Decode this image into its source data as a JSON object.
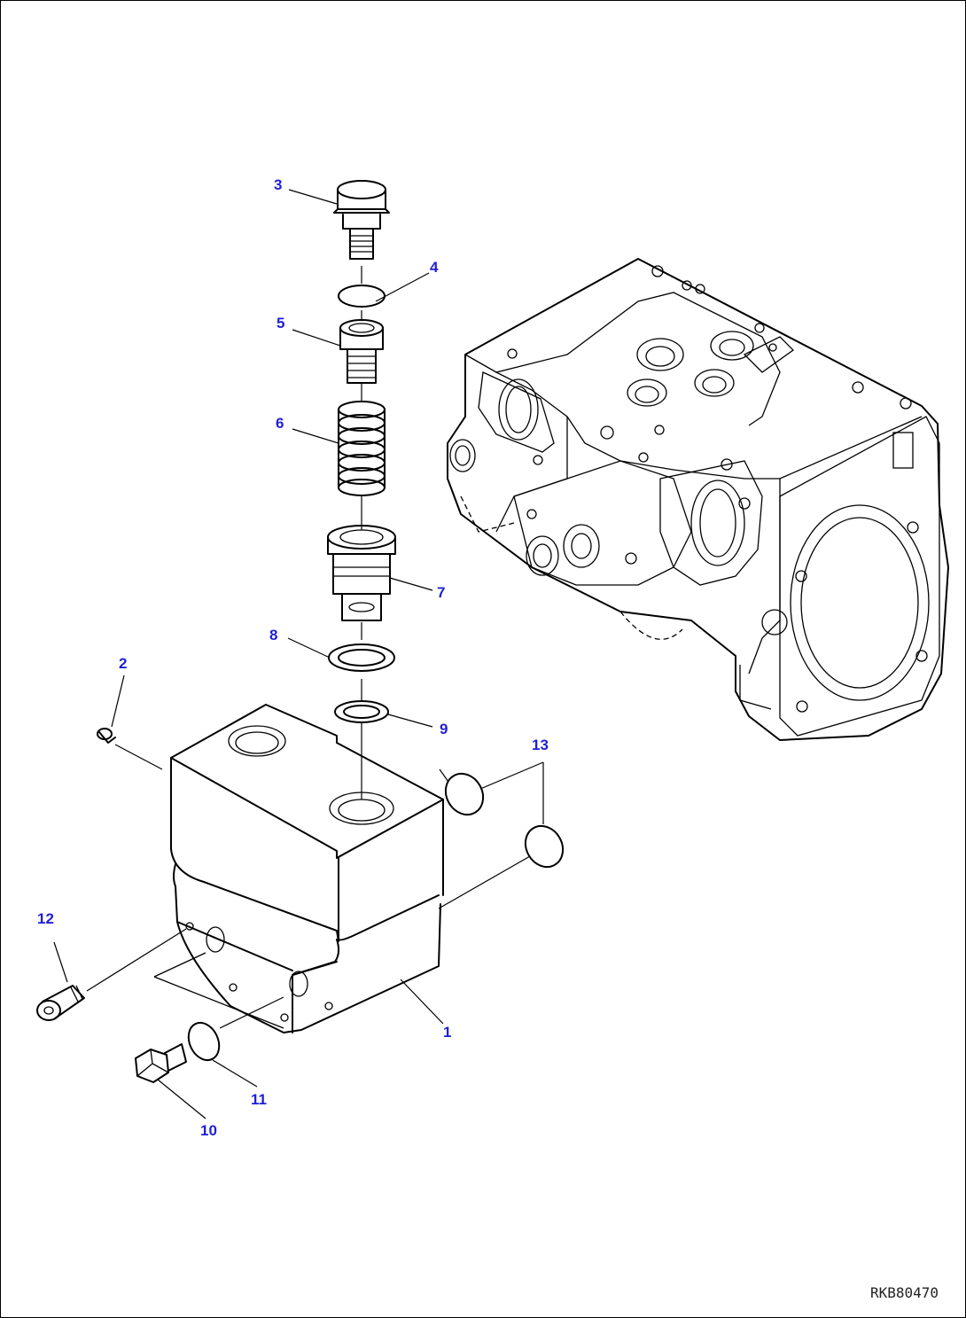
{
  "callouts": {
    "c1": "1",
    "c2": "2",
    "c3": "3",
    "c4": "4",
    "c5": "5",
    "c6": "6",
    "c7": "7",
    "c8": "8",
    "c9": "9",
    "c10": "10",
    "c11": "11",
    "c12": "12",
    "c13": "13"
  },
  "drawing_code": "RKB80470",
  "colors": {
    "callout": "#1f1fd6",
    "line": "#000000",
    "background": "#ffffff"
  }
}
